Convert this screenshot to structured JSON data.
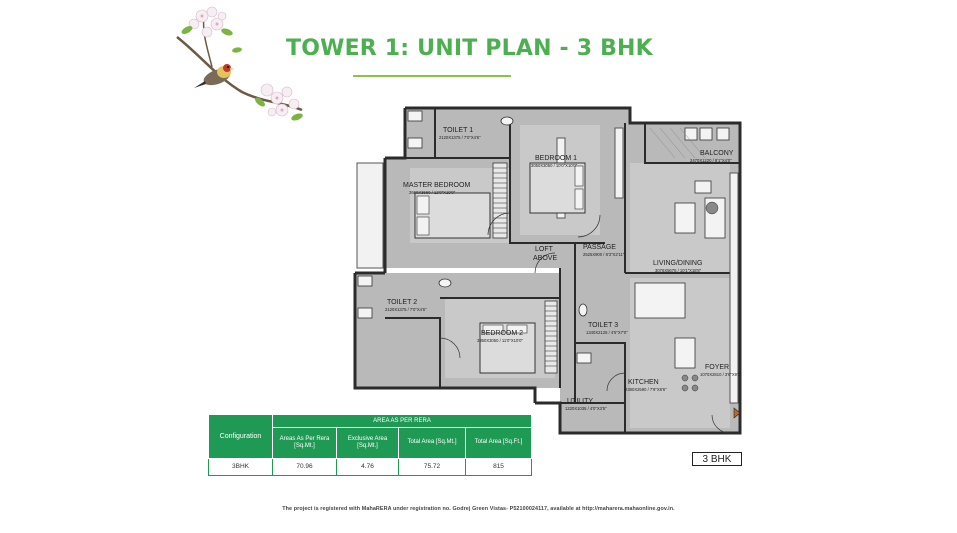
{
  "title": "TOWER 1: UNIT PLAN - 3 BHK",
  "colors": {
    "title": "#4caf50",
    "table": "#1f9a55"
  },
  "rooms": {
    "toilet1": {
      "name": "TOILET 1",
      "dim": "2120X1375 / 7'0\"X4'6\""
    },
    "bedroom1": {
      "name": "BEDROOM 1",
      "dim": "3050X3050 / 10'0\"X10'0\""
    },
    "balcony": {
      "name": "BALCONY",
      "dim": "2470X1220 / 8'1\"X4'0\""
    },
    "master": {
      "name": "MASTER BEDROOM",
      "dim": "3660X3660 / 12'0\"X10'0\""
    },
    "loft": {
      "name": "LOFT",
      "sub": "ABOVE"
    },
    "passage": {
      "name": "PASSAGE",
      "dim": "2525X900 / 8'3\"X2'11\""
    },
    "living": {
      "name": "LIVING/DINING",
      "dim": "3076X5675 / 10'1\"X18'8\""
    },
    "toilet2": {
      "name": "TOILET 2",
      "dim": "2120X1375 / 7'0\"X4'6\""
    },
    "bedroom2": {
      "name": "BEDROOM 2",
      "dim": "3350X3050 / 11'0\"X10'0\""
    },
    "toilet3": {
      "name": "TOILET 3",
      "dim": "1340X2125 / 4'5\"X7'0\""
    },
    "kitchen": {
      "name": "KITCHEN",
      "dim": "2380X2590 / 7'9\"X8'6\""
    },
    "foyer": {
      "name": "FOYER",
      "dim": "1070X2810 / 3'6\"X9'3\""
    },
    "utility": {
      "name": "UTILITY",
      "dim": "1220X1035 / 4'0\"X3'5\""
    }
  },
  "table": {
    "group_header": "AREA AS PER RERA",
    "config_header": "Configuration",
    "headers": [
      "Areas As Per Rera [Sq.Mt.]",
      "Exclusive Area [Sq.Mt.]",
      "Total Area [Sq.Mt.]",
      "Total Area [Sq.Ft.]"
    ],
    "row": {
      "config": "3BHK",
      "values": [
        "70.96",
        "4.76",
        "75.72",
        "815"
      ]
    }
  },
  "unit_tag": "3 BHK",
  "footnote": "The project is registered with MahaRERA under registration no. Godrej Green Vistas- P52100024117, available at http://maharera.mahaonline.gov.in."
}
